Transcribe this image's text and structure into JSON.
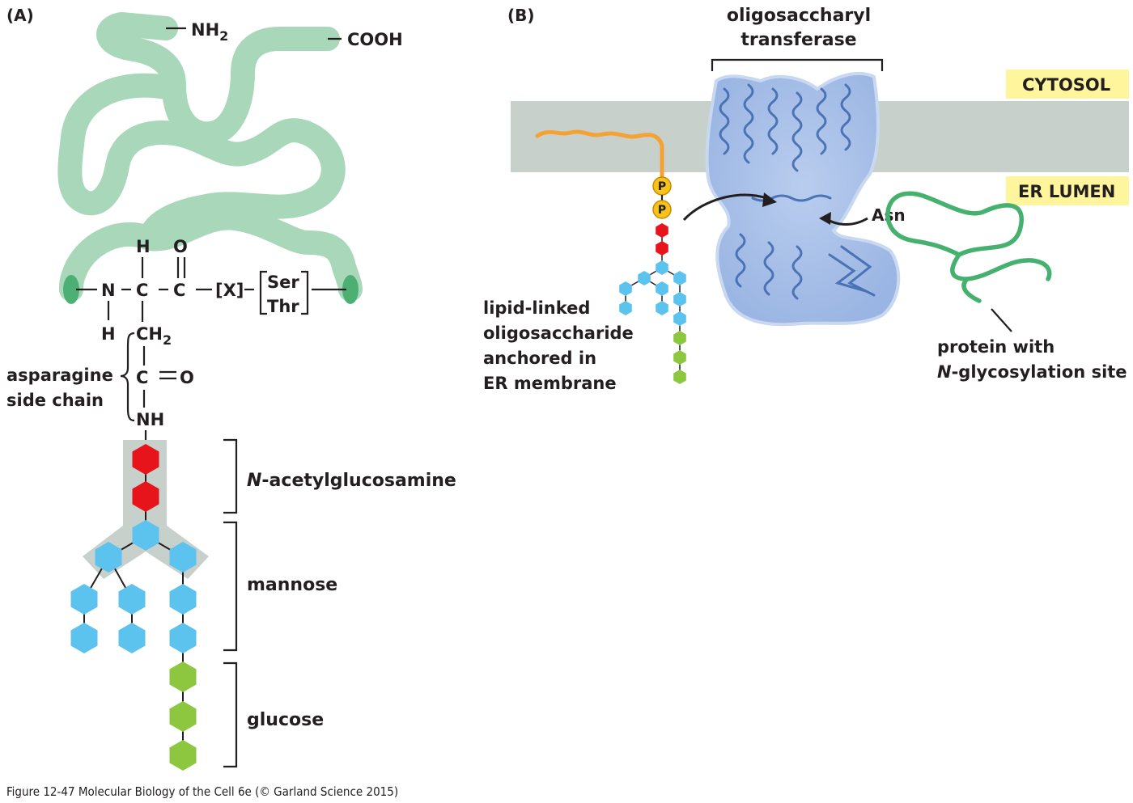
{
  "panel_a": {
    "label": "(A)",
    "protein_ends": {
      "n_terminus": "NH",
      "n_terminus_sub": "2",
      "c_terminus": "COOH"
    },
    "chain": {
      "h_top": "H",
      "o_top": "O",
      "n": "N",
      "c1": "C",
      "c2": "C",
      "x": "[X]",
      "ser": "Ser",
      "thr": "Thr",
      "h_bottom": "H",
      "ch2": "CH",
      "ch2_sub": "2",
      "c3": "C",
      "o_side": "O",
      "nh": "NH"
    },
    "side_chain_label": [
      "asparagine",
      "side chain"
    ],
    "sugar_labels": {
      "nacetyl_prefix": "N",
      "nacetyl": "-acetylglucosamine",
      "mannose": "mannose",
      "glucose": "glucose"
    }
  },
  "panel_b": {
    "label": "(B)",
    "enzyme_label": [
      "oligosaccharyl",
      "transferase"
    ],
    "cytosol": "CYTOSOL",
    "er_lumen": "ER LUMEN",
    "phosphate": "P",
    "asn": "Asn",
    "lipid_label": [
      "lipid-linked",
      "oligosaccharide",
      "anchored in",
      "ER membrane"
    ],
    "protein_label_1": "protein with",
    "protein_label_2_prefix": "N",
    "protein_label_2": "-glycosylation site"
  },
  "caption": "Figure 12-47  Molecular Biology of the Cell 6e (© Garland Science 2015)",
  "colors": {
    "protein": "#a8d8b9",
    "protein_end": "#4cb075",
    "membrane": "#c8d0cc",
    "nacetylglucosamine": "#e8141c",
    "mannose": "#5cc2ee",
    "glucose": "#8dc63f",
    "lipid_tail": "#f5a233",
    "phosphate": "#f7c21b",
    "highlight_box": "#fff59d",
    "enzyme": "#7fa3d8",
    "lumen_protein": "#46b16f"
  }
}
